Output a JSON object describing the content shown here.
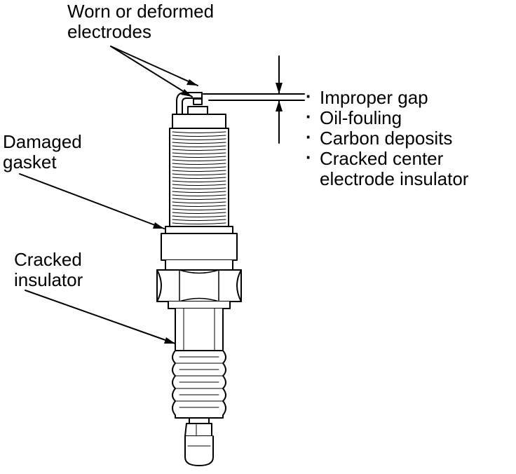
{
  "labels": {
    "electrodes": [
      "Worn or deformed",
      "electrodes"
    ],
    "gasket": [
      "Damaged",
      "gasket"
    ],
    "insulator": [
      "Cracked",
      "insulator"
    ],
    "gap_conditions": [
      "Improper gap",
      "Oil-fouling",
      "Carbon deposits",
      "Cracked center"
    ],
    "gap_conditions_continuation": "electrode insulator"
  }
}
